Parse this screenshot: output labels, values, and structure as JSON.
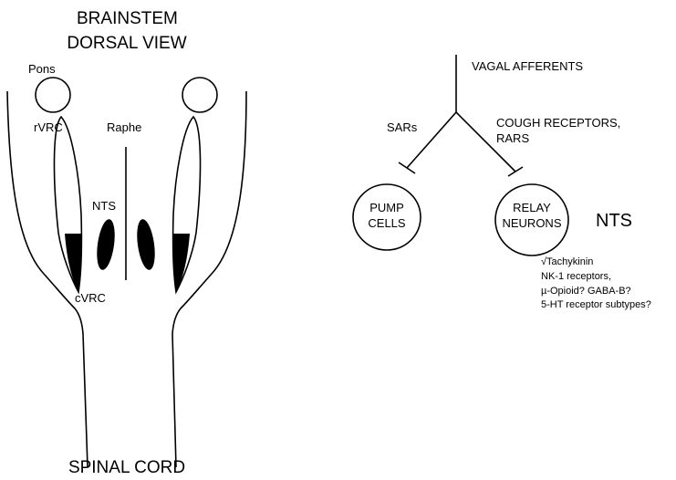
{
  "brainstem": {
    "title_line1": "BRAINSTEM",
    "title_line2": "DORSAL VIEW",
    "pons": "Pons",
    "rvrc": "rVRC",
    "raphe": "Raphe",
    "nts": "NTS",
    "cvrc": "cVRC",
    "spinal_cord": "SPINAL CORD"
  },
  "pathway": {
    "vagal_afferents": "VAGAL AFFERENTS",
    "sars": "SARs",
    "cough_line1": "COUGH RECEPTORS,",
    "cough_line2": "RARS",
    "pump_line1": "PUMP",
    "pump_line2": "CELLS",
    "relay_line1": "RELAY",
    "relay_line2": "NEURONS",
    "nts_large": "NTS",
    "receptor_notes": [
      "√Tachykinin",
      "NK-1 receptors,",
      "µ-Opioid? GABA-B?",
      "5-HT receptor subtypes?"
    ]
  }
}
